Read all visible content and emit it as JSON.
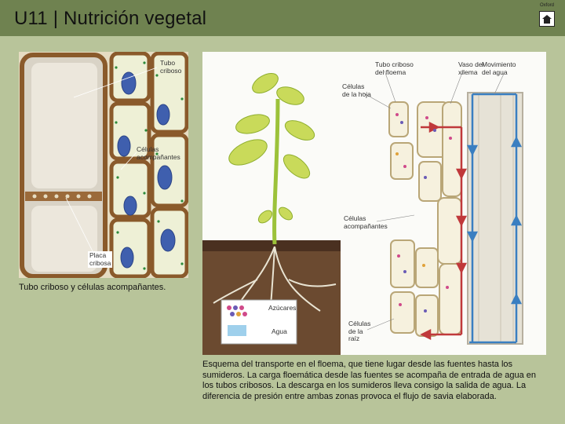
{
  "header": {
    "title": "U11 | Nutrición vegetal",
    "logo_text": "Oxford"
  },
  "left_figure": {
    "labels": {
      "tube": "Tubo\ncriboso",
      "companion": "Células\nacompañantes",
      "plate": "Placa\ncribosa"
    },
    "caption": "Tubo criboso y células acompañantes."
  },
  "right_figure": {
    "labels": {
      "sieve_tube": "Tubo criboso\ndel floema",
      "xylem": "Vaso del\nxilema",
      "water_movement": "Movimiento\ndel agua",
      "leaf_cells": "Células\nde la hoja",
      "companion_cells": "Células\nacompañantes",
      "root_cells": "Células\nde la\nraíz"
    },
    "legend": {
      "sugars": "Azúcares",
      "water": "Agua"
    },
    "caption": "Esquema del transporte en el floema, que tiene lugar desde las fuentes hasta los sumideros. La carga floemática desde las fuentes se acompaña de entrada de agua en los tubos cribosos. La descarga en los sumideros lleva consigo la salida de agua. La diferencia de presión entre ambas zonas provoca el flujo de savia elaborada."
  },
  "colors": {
    "background": "#b8c49a",
    "title_bar": "#6f8250",
    "arrow_red": "#c0393b",
    "arrow_blue": "#3a7fc1"
  }
}
